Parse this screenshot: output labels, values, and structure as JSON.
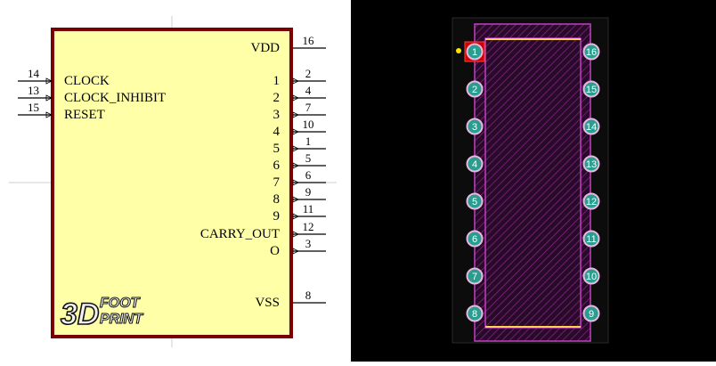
{
  "schematic": {
    "left_pins": [
      {
        "num": "14",
        "name": "CLOCK"
      },
      {
        "num": "13",
        "name": "CLOCK_INHIBIT"
      },
      {
        "num": "15",
        "name": "RESET"
      }
    ],
    "right_pins": [
      {
        "num": "16",
        "name": "VDD"
      },
      {
        "num": "2",
        "name": "1"
      },
      {
        "num": "4",
        "name": "2"
      },
      {
        "num": "7",
        "name": "3"
      },
      {
        "num": "10",
        "name": "4"
      },
      {
        "num": "1",
        "name": "5"
      },
      {
        "num": "5",
        "name": "6"
      },
      {
        "num": "6",
        "name": "7"
      },
      {
        "num": "9",
        "name": "8"
      },
      {
        "num": "11",
        "name": "9"
      },
      {
        "num": "12",
        "name": "CARRY_OUT"
      },
      {
        "num": "3",
        "name": "O"
      },
      {
        "num": "8",
        "name": "VSS"
      }
    ],
    "logo": {
      "big": "3D",
      "top": "FOOT",
      "bottom": "PRINT"
    }
  },
  "pcb": {
    "left_pads": [
      "1",
      "2",
      "3",
      "4",
      "5",
      "6",
      "7",
      "8"
    ],
    "right_pads": [
      "16",
      "15",
      "14",
      "13",
      "12",
      "11",
      "10",
      "9"
    ]
  },
  "colors": {
    "body_fill": "#ffffa8",
    "body_border": "#7a0000",
    "pad_fill": "#2a9d8f",
    "pad_ring": "#e7b8e0",
    "outline": "#c040c0",
    "pin1_marker": "#e00000",
    "dot": "#ffe600"
  }
}
